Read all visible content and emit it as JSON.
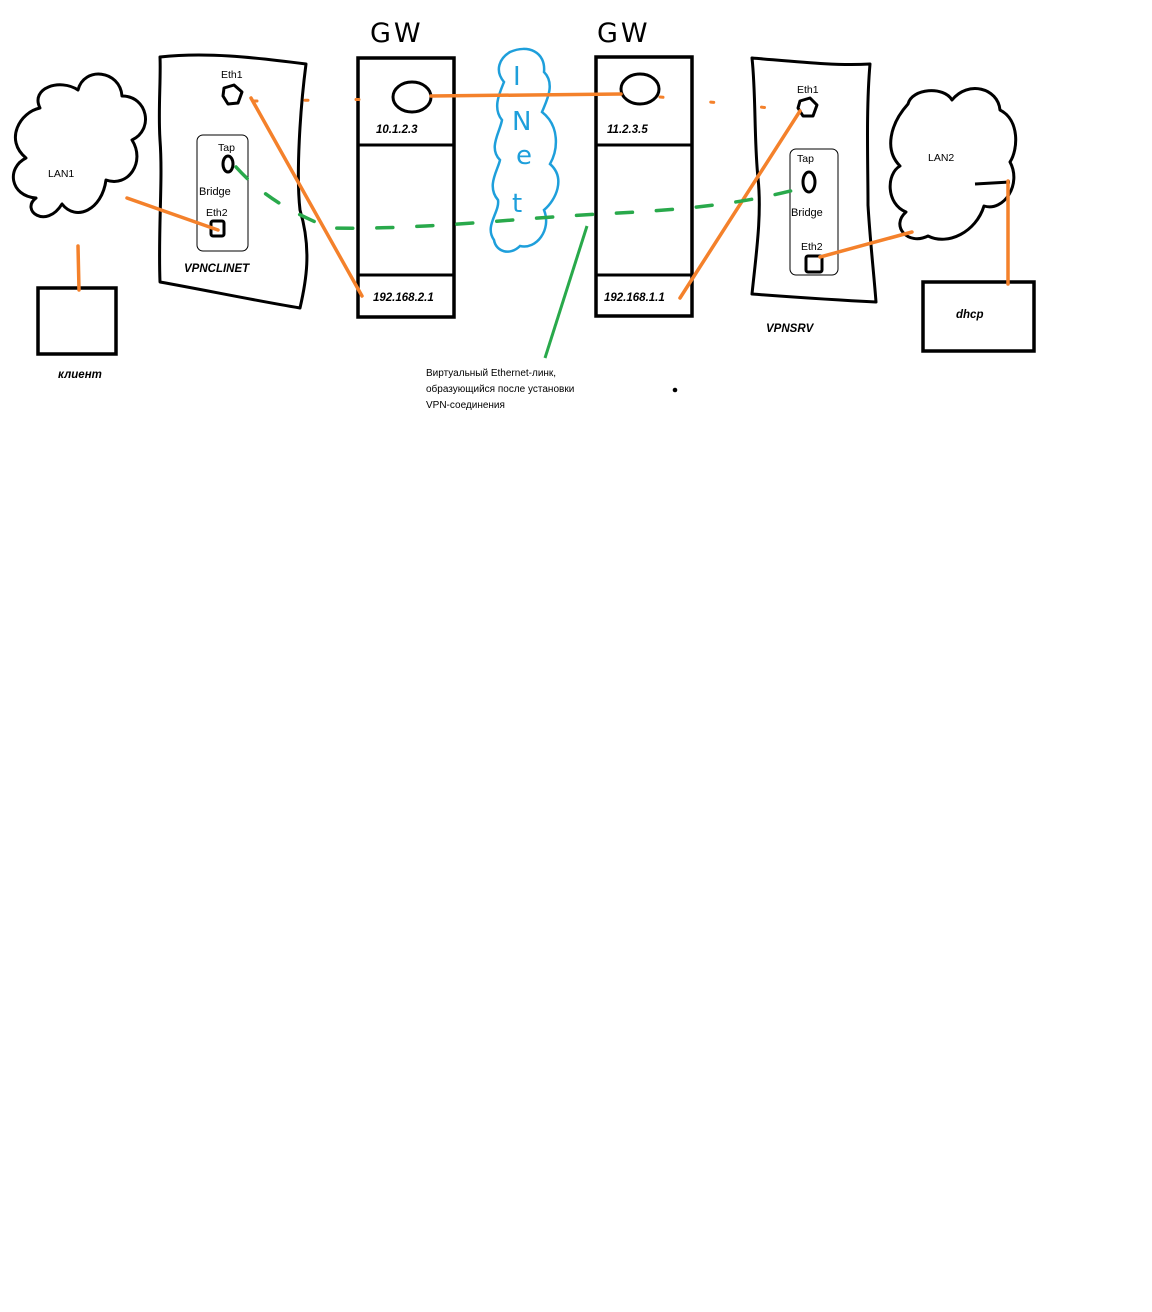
{
  "gateways": {
    "left": {
      "title": "GW",
      "wan_ip": "10.1.2.3",
      "lan_ip": "192.168.2.1"
    },
    "right": {
      "title": "GW",
      "wan_ip": "11.2.3.5",
      "lan_ip": "192.168.1.1"
    }
  },
  "internet": {
    "letters": [
      "I",
      "N",
      "e",
      "t"
    ]
  },
  "vpn_client": {
    "name": "VPNCLINET",
    "eth1": "Eth1",
    "tap": "Tap",
    "bridge": "Bridge",
    "eth2": "Eth2"
  },
  "vpn_server": {
    "name": "VPNSRV",
    "eth1": "Eth1",
    "tap": "Tap",
    "bridge": "Bridge",
    "eth2": "Eth2"
  },
  "lan_left": {
    "label": "LAN1",
    "host_label": "клиент"
  },
  "lan_right": {
    "label": "LAN2",
    "host_label": "dhcp"
  },
  "note": {
    "lines": [
      "Виртуальный Ethernet-линк,",
      "образующийся после установки",
      "VPN-соединения"
    ]
  },
  "colors": {
    "physical_link": "#f4812b",
    "virtual_link": "#29a94b",
    "internet_cloud": "#1e9fdb"
  }
}
